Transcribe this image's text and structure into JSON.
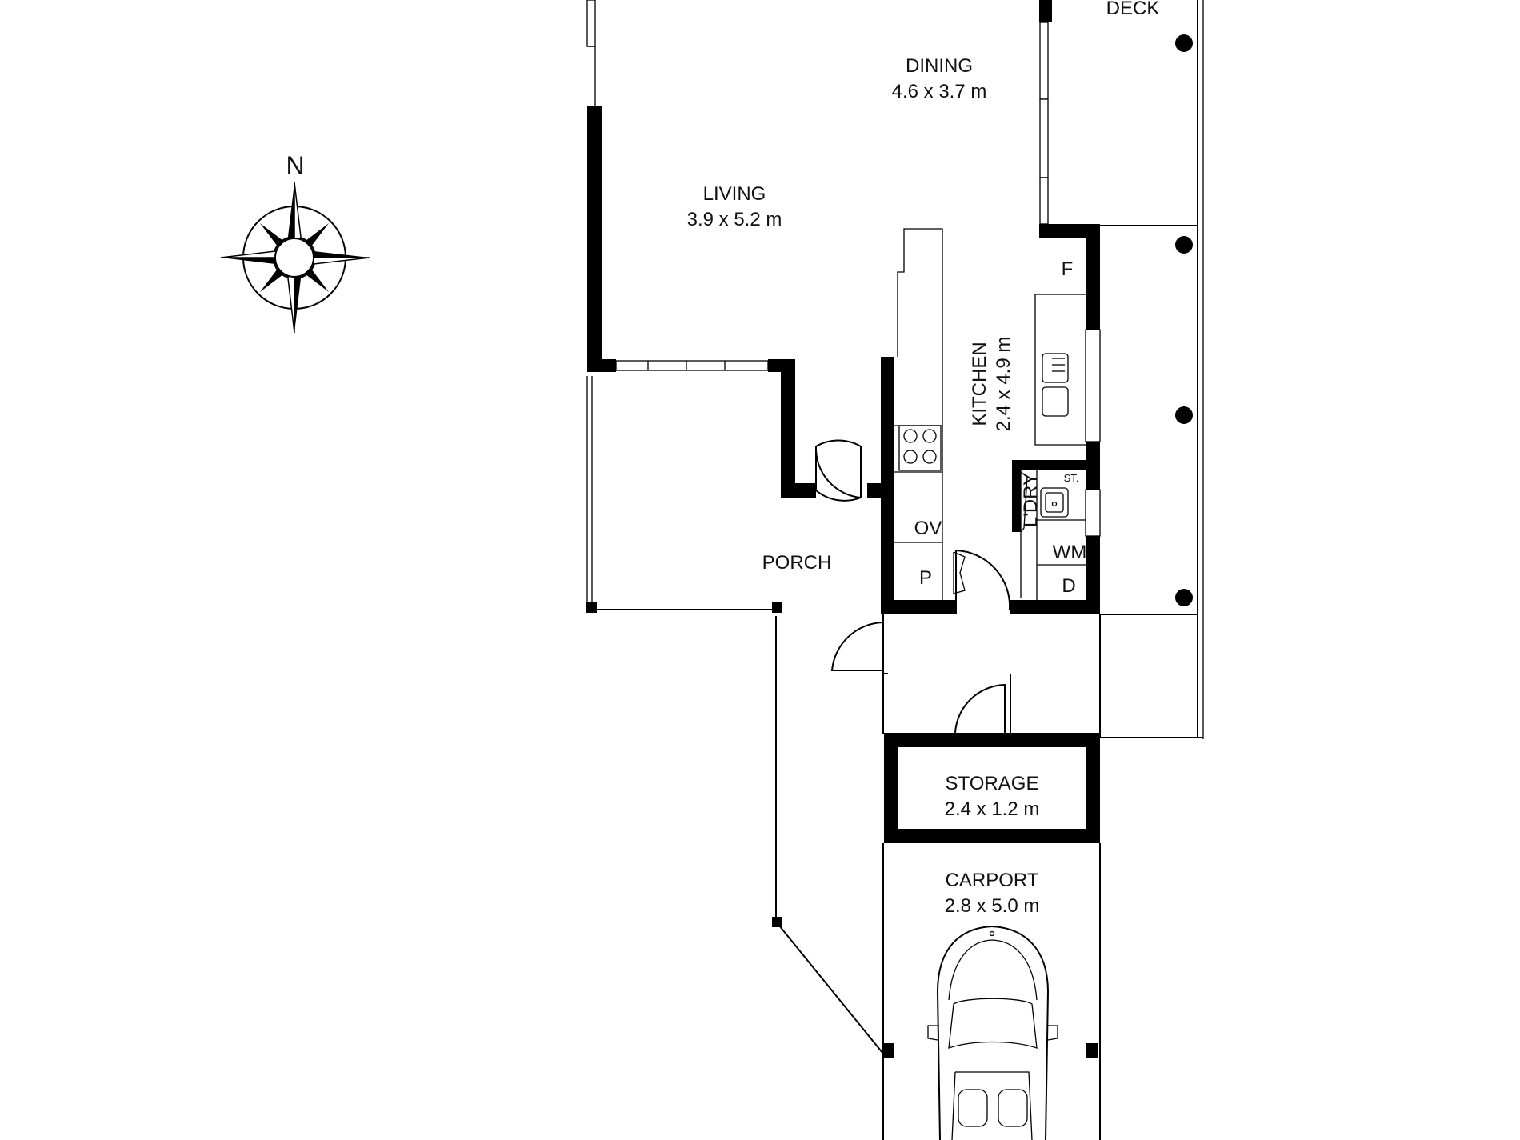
{
  "compass": {
    "label": "N",
    "icon": "compass-rose-icon"
  },
  "rooms": {
    "dining": {
      "name": "DINING",
      "dims": "4.6 x 3.7 m"
    },
    "living": {
      "name": "LIVING",
      "dims": "3.9 x 5.2 m"
    },
    "kitchen": {
      "name": "KITCHEN",
      "dims": "2.4 x 4.9 m"
    },
    "porch": {
      "name": "PORCH"
    },
    "deck": {
      "name": "DECK"
    },
    "storage": {
      "name": "STORAGE",
      "dims": "2.4 x 1.2 m"
    },
    "carport": {
      "name": "CARPORT",
      "dims": "2.8 x 5.0 m"
    },
    "laundry": {
      "name": "L'DRY"
    }
  },
  "fixtures": {
    "fridge": "F",
    "oven": "OV",
    "pantry": "P",
    "washing_machine": "WM",
    "dryer": "D",
    "laundry_tub": "ST."
  },
  "icons": [
    "compass-rose-icon",
    "car-icon",
    "cooktop-icon",
    "sink-icon",
    "laundry-tub-icon"
  ]
}
